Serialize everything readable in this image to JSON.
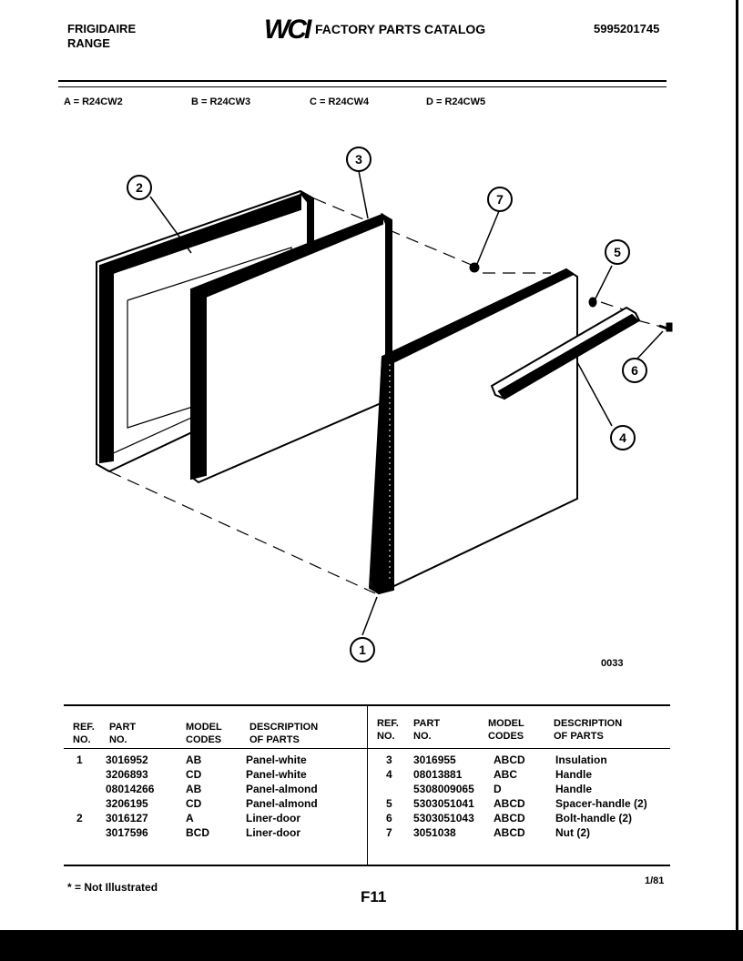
{
  "header": {
    "brand": "FRIGIDAIRE",
    "product": "RANGE",
    "logo": "WCI",
    "catalog_title": "FACTORY PARTS CATALOG",
    "publication_number": "5995201745"
  },
  "models": [
    "A = R24CW2",
    "B = R24CW3",
    "C = R24CW4",
    "D = R24CW5"
  ],
  "diagram": {
    "figure_number": "0033",
    "callouts": [
      "1",
      "2",
      "3",
      "4",
      "5",
      "6",
      "7"
    ]
  },
  "parts_table": {
    "headers": {
      "ref_no": [
        "REF.",
        "NO."
      ],
      "part_no": [
        "PART",
        "NO."
      ],
      "model_codes": [
        "MODEL",
        "CODES"
      ],
      "description": [
        "DESCRIPTION",
        "OF PARTS"
      ]
    },
    "left_rows": [
      {
        "ref": "1",
        "part": "3016952",
        "codes": "AB",
        "desc": "Panel-white"
      },
      {
        "ref": "",
        "part": "3206893",
        "codes": "CD",
        "desc": "Panel-white"
      },
      {
        "ref": "",
        "part": "08014266",
        "codes": "AB",
        "desc": "Panel-almond"
      },
      {
        "ref": "",
        "part": "3206195",
        "codes": "CD",
        "desc": "Panel-almond"
      },
      {
        "ref": "2",
        "part": "3016127",
        "codes": "A",
        "desc": "Liner-door"
      },
      {
        "ref": "",
        "part": "3017596",
        "codes": "BCD",
        "desc": "Liner-door"
      }
    ],
    "right_rows": [
      {
        "ref": "3",
        "part": "3016955",
        "codes": "ABCD",
        "desc": "Insulation"
      },
      {
        "ref": "4",
        "part": "08013881",
        "codes": "ABC",
        "desc": "Handle"
      },
      {
        "ref": "",
        "part": "5308009065",
        "codes": "D",
        "desc": "Handle"
      },
      {
        "ref": "5",
        "part": "5303051041",
        "codes": "ABCD",
        "desc": "Spacer-handle (2)"
      },
      {
        "ref": "6",
        "part": "5303051043",
        "codes": "ABCD",
        "desc": "Bolt-handle (2)"
      },
      {
        "ref": "7",
        "part": "3051038",
        "codes": "ABCD",
        "desc": "Nut (2)"
      }
    ]
  },
  "footer": {
    "footnote": "* = Not Illustrated",
    "page_id": "F11",
    "date": "1/81"
  }
}
